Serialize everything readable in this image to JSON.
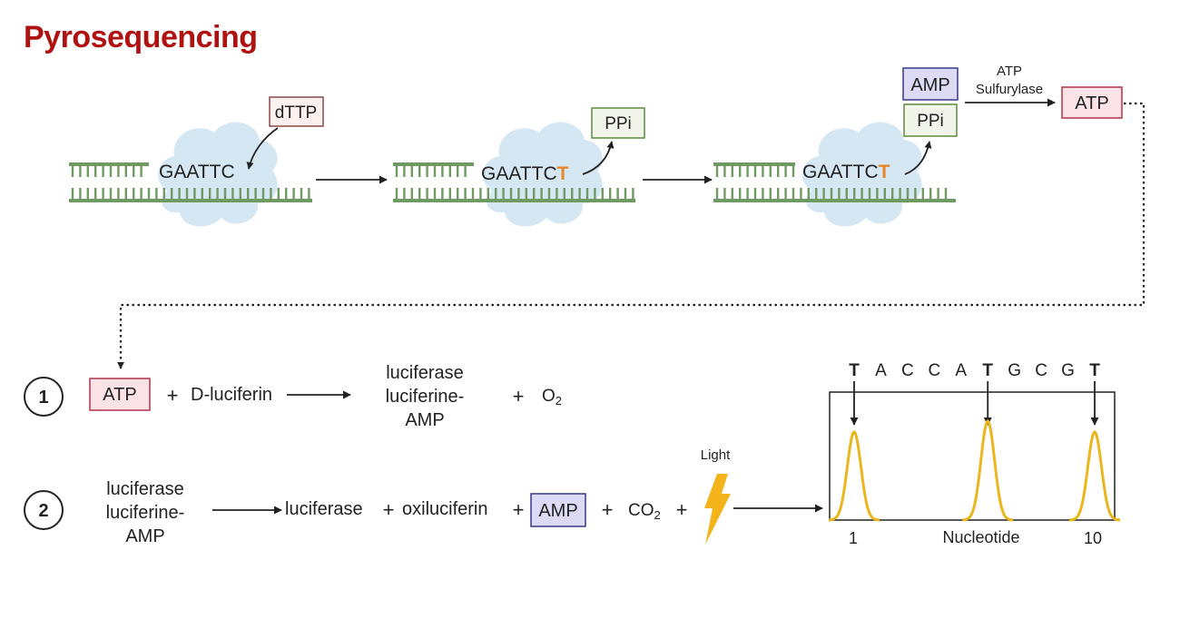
{
  "title": "Pyrosequencing",
  "colors": {
    "title": "#b01212",
    "dna_strand": "#6f9a61",
    "cloud": "#cfe4f2",
    "highlight": "#e8872a",
    "peak": "#eab61c",
    "lightning": "#f4b21b",
    "amp_fill": "#dcdaf4",
    "amp_border": "#3a3a86",
    "atp_fill": "#fbe2e6",
    "atp_border": "#b0344a",
    "ppi_fill": "#f2f6ea",
    "ppi_border": "#5f8a3c",
    "dttp_fill": "#fdf1f0",
    "dttp_border": "#8a4a4a"
  },
  "top": {
    "stage1": {
      "seq": "GAATTC",
      "reagent": "dTTP"
    },
    "stage2": {
      "seq": "GAATTC",
      "added": "T",
      "product": "PPi"
    },
    "stage3": {
      "seq": "GAATTC",
      "added": "T",
      "amp": "AMP",
      "product": "PPi"
    },
    "enzyme": {
      "line1": "ATP",
      "line2": "Sulfurylase"
    },
    "atp_out": "ATP"
  },
  "reaction1": {
    "number": "1",
    "atp": "ATP",
    "plus1": "+",
    "substrate": "D-luciferin",
    "product_line1": "luciferase",
    "product_line2": "luciferine-",
    "product_line3": "AMP",
    "plus2": "+",
    "o2": "O",
    "o2_sub": "2"
  },
  "reaction2": {
    "number": "2",
    "reactant_line1": "luciferase",
    "reactant_line2": "luciferine-",
    "reactant_line3": "AMP",
    "p1": "luciferase",
    "plus1": "+",
    "p2": "oxiluciferin",
    "plus2": "+",
    "p3": "AMP",
    "plus3": "+",
    "p4": "CO",
    "p4_sub": "2",
    "plus4": "+",
    "light_label": "Light"
  },
  "pyrogram": {
    "sequence": [
      "T",
      "A",
      "C",
      "C",
      "A",
      "T",
      "G",
      "C",
      "G",
      "T"
    ],
    "highlighted_positions": [
      1,
      6,
      10
    ],
    "x_start_label": "1",
    "x_end_label": "10",
    "x_label": "Nucleotide"
  }
}
